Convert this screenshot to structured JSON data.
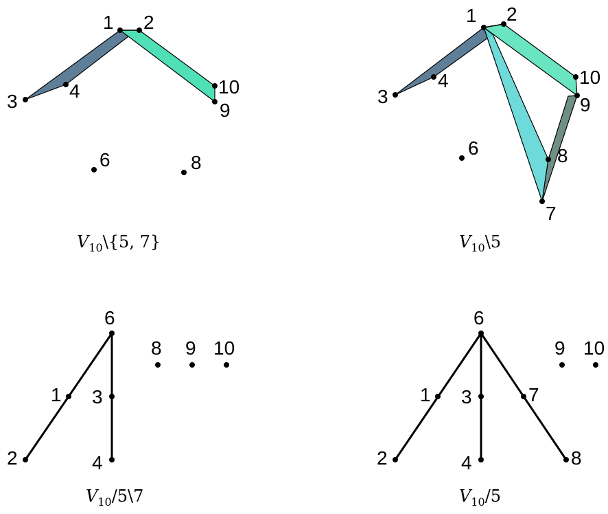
{
  "panels": [
    {
      "id": "top-left",
      "caption": {
        "V": "V",
        "sub": "10",
        "rest": "\\{5, 7}"
      },
      "points": [
        "1",
        "2",
        "3",
        "4",
        "6",
        "8",
        "9",
        "10"
      ]
    },
    {
      "id": "top-right",
      "caption": {
        "V": "V",
        "sub": "10",
        "rest": "\\5"
      },
      "points": [
        "1",
        "2",
        "3",
        "4",
        "6",
        "7",
        "8",
        "9",
        "10"
      ]
    },
    {
      "id": "bottom-left",
      "caption": {
        "V": "V",
        "sub": "10",
        "rest": "/5\\7"
      },
      "points": [
        "6",
        "1",
        "2",
        "3",
        "4",
        "8",
        "9",
        "10"
      ]
    },
    {
      "id": "bottom-right",
      "caption": {
        "V": "V",
        "sub": "10",
        "rest": "/5"
      },
      "points": [
        "6",
        "1",
        "2",
        "3",
        "4",
        "7",
        "8",
        "9",
        "10"
      ]
    }
  ],
  "colors": {
    "blue_gray": "#5f7f99",
    "teal_green": "#4fe0b7",
    "cyan": "#5fd6d6",
    "gray_green": "#6f8f86"
  }
}
